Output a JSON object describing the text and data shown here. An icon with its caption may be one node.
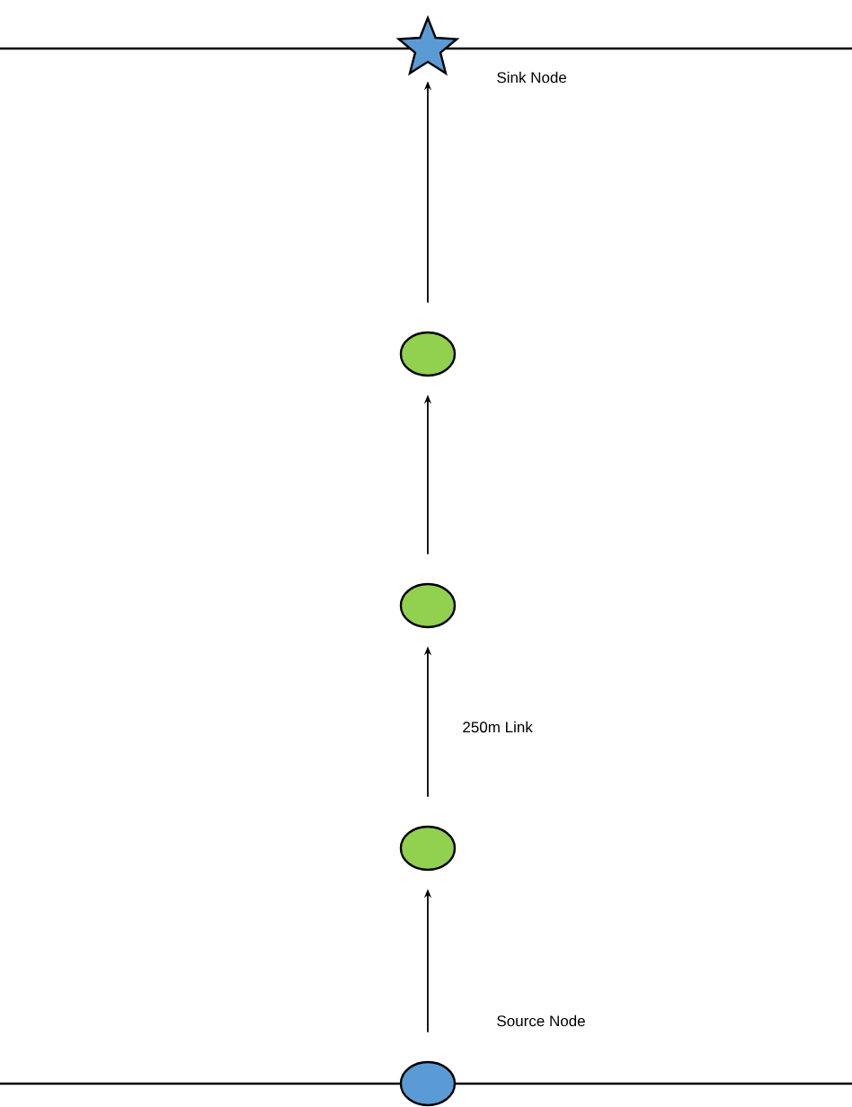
{
  "diagram": {
    "nodes": [
      {
        "text": [],
        "shape": "star",
        "beside": [
          "Sink Node"
        ]
      },
      {
        "text": [],
        "shape": "circle"
      },
      {
        "text": [],
        "shape": "circle"
      },
      {
        "text": [],
        "shape": "circle"
      },
      {
        "text": [],
        "shape": "circle",
        "beside": [
          "Source Node"
        ]
      }
    ],
    "edges": [
      {
        "from": 4,
        "to": 3,
        "arrow": "to"
      },
      {
        "from": 3,
        "to": 2,
        "arrow": "to",
        "label": "250m Link"
      },
      {
        "from": 2,
        "to": 1,
        "arrow": "to"
      },
      {
        "from": 1,
        "to": 0,
        "arrow": "to"
      }
    ]
  }
}
